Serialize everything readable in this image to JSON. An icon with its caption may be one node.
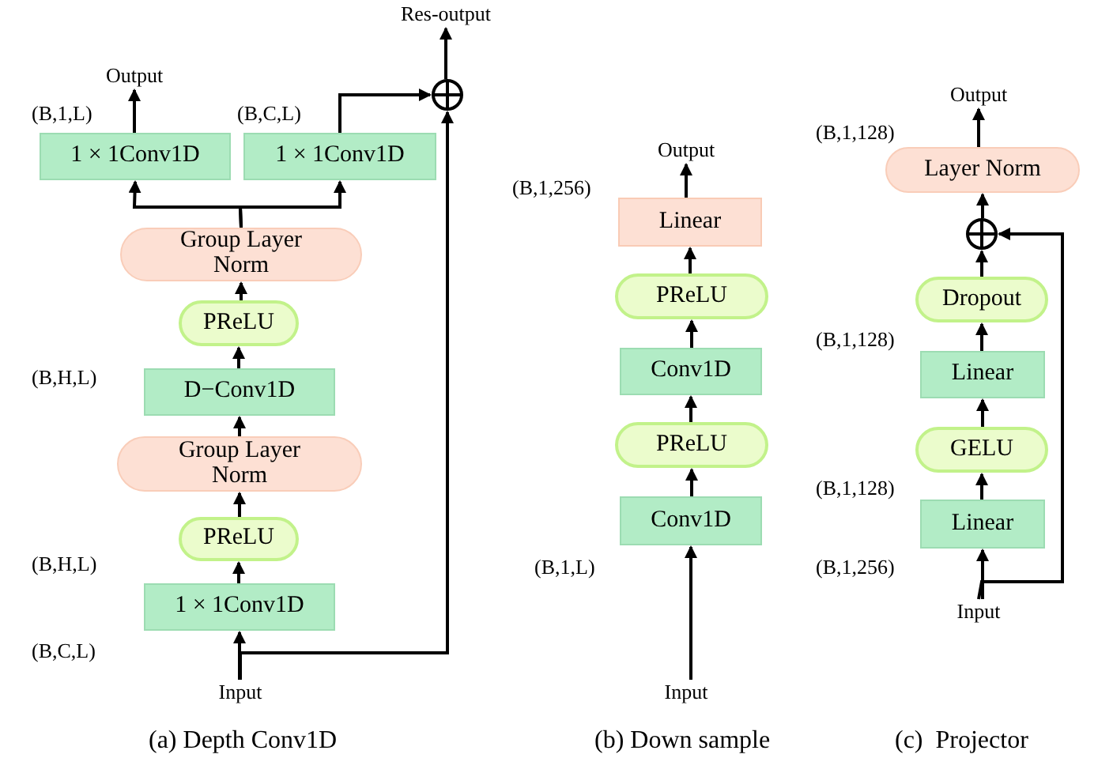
{
  "diagram": {
    "nodes": [
      {
        "text": [
          "Input"
        ]
      },
      {
        "text": [
          "1 × 1Conv1D"
        ]
      },
      {
        "text": [
          "PReLU"
        ]
      },
      {
        "text": [
          "Group Layer Norm"
        ]
      },
      {
        "text": [
          "D−Conv1D"
        ]
      },
      {
        "text": [
          "PReLU"
        ]
      },
      {
        "text": [
          "Group Layer Norm"
        ]
      },
      {
        "text": [
          "1 × 1Conv1D"
        ]
      },
      {
        "text": [
          "1 × 1Conv1D"
        ]
      },
      {
        "text": [
          "Output"
        ]
      },
      {
        "text": [],
        "shape": "circle"
      },
      {
        "text": [
          "Res-output"
        ]
      },
      {
        "text": [
          "Input"
        ]
      },
      {
        "text": [
          "Conv1D"
        ]
      },
      {
        "text": [
          "PReLU"
        ]
      },
      {
        "text": [
          "Conv1D"
        ]
      },
      {
        "text": [
          "PReLU"
        ]
      },
      {
        "text": [
          "Linear"
        ]
      },
      {
        "text": [
          "Output"
        ]
      },
      {
        "text": [
          "Input"
        ]
      },
      {
        "text": [
          "Linear"
        ]
      },
      {
        "text": [
          "GELU"
        ]
      },
      {
        "text": [
          "Linear"
        ]
      },
      {
        "text": [
          "Dropout"
        ]
      },
      {
        "text": [],
        "shape": "circle"
      },
      {
        "text": [
          "Layer Norm"
        ]
      },
      {
        "text": [
          "Output"
        ]
      }
    ],
    "edges": [
      {
        "from": 0,
        "to": 1,
        "arrow": "to"
      },
      {
        "from": 1,
        "to": 2,
        "arrow": "to"
      },
      {
        "from": 2,
        "to": 3,
        "arrow": "to"
      },
      {
        "from": 3,
        "to": 4,
        "arrow": "to"
      },
      {
        "from": 4,
        "to": 5,
        "arrow": "to"
      },
      {
        "from": 5,
        "to": 6,
        "arrow": "to"
      },
      {
        "from": 6,
        "to": 7,
        "arrow": "to"
      },
      {
        "from": 6,
        "to": 8,
        "arrow": "to"
      },
      {
        "from": 7,
        "to": 9,
        "arrow": "to"
      },
      {
        "from": 8,
        "to": 10,
        "arrow": "to"
      },
      {
        "from": 0,
        "to": 10,
        "arrow": "to"
      },
      {
        "from": 10,
        "to": 11,
        "arrow": "to"
      },
      {
        "from": 12,
        "to": 13,
        "arrow": "to"
      },
      {
        "from": 13,
        "to": 14,
        "arrow": "to"
      },
      {
        "from": 14,
        "to": 15,
        "arrow": "to"
      },
      {
        "from": 15,
        "to": 16,
        "arrow": "to"
      },
      {
        "from": 16,
        "to": 17,
        "arrow": "to"
      },
      {
        "from": 17,
        "to": 18,
        "arrow": "to"
      },
      {
        "from": 19,
        "to": 20,
        "arrow": "to"
      },
      {
        "from": 20,
        "to": 21,
        "arrow": "to"
      },
      {
        "from": 21,
        "to": 22,
        "arrow": "to"
      },
      {
        "from": 22,
        "to": 23,
        "arrow": "to"
      },
      {
        "from": 23,
        "to": 24,
        "arrow": "to"
      },
      {
        "from": 19,
        "to": 24,
        "arrow": "to"
      },
      {
        "from": 24,
        "to": 25,
        "arrow": "to"
      },
      {
        "from": 25,
        "to": 26,
        "arrow": "to"
      }
    ],
    "labels": [
      "(B,1,L)",
      "(B,C,L)",
      "(B,H,L)",
      "(B,H,L)",
      "(B,C,L)",
      "(B,1,256)",
      "(B,1,L)",
      "(B,1,128)",
      "(B,1,128)",
      "(B,1,128)",
      "(B,1,256)",
      "(a) Depth Conv1D",
      "(b) Down sample",
      "(c)  Projector"
    ]
  }
}
